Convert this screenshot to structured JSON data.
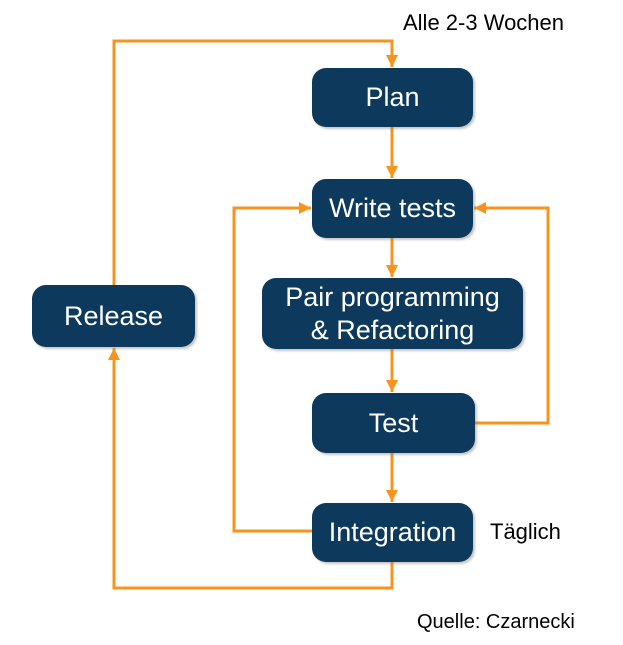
{
  "diagram_type": "flowchart",
  "nodes": {
    "plan": {
      "label": "Plan"
    },
    "write_tests": {
      "label": "Write tests"
    },
    "pair_programming": {
      "label": "Pair programming\n& Refactoring"
    },
    "test": {
      "label": "Test"
    },
    "integration": {
      "label": "Integration"
    },
    "release": {
      "label": "Release"
    }
  },
  "annotations": {
    "cycle_label": "Alle 2-3 Wochen",
    "daily_label": "Täglich",
    "source_label": "Quelle: Czarnecki"
  },
  "edges": [
    {
      "from": "plan",
      "to": "write_tests"
    },
    {
      "from": "write_tests",
      "to": "pair_programming"
    },
    {
      "from": "pair_programming",
      "to": "test"
    },
    {
      "from": "test",
      "to": "integration"
    },
    {
      "from": "integration",
      "to": "write_tests",
      "note": "Täglich"
    },
    {
      "from": "test",
      "to": "write_tests"
    },
    {
      "from": "integration",
      "to": "release"
    },
    {
      "from": "release",
      "to": "plan",
      "note": "Alle 2-3 Wochen"
    }
  ],
  "colors": {
    "node_fill": "#0d3a5c",
    "node_text": "#ffffff",
    "arrow": "#f7941d",
    "annotation_text": "#000000",
    "background": "#ffffff"
  }
}
